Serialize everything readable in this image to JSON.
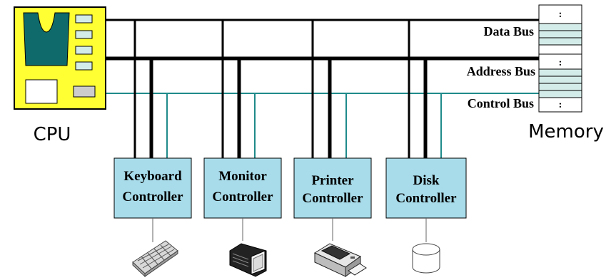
{
  "cpu": {
    "label": "CPU"
  },
  "memory": {
    "label": "Memory",
    "dots": [
      ":",
      ":",
      ":"
    ]
  },
  "buses": {
    "data": "Data Bus",
    "address": "Address Bus",
    "control": "Control Bus"
  },
  "controllers": [
    {
      "line1": "Keyboard",
      "line2": "Controller",
      "device": "keyboard-icon"
    },
    {
      "line1": "Monitor",
      "line2": "Controller",
      "device": "monitor-icon"
    },
    {
      "line1": "Printer",
      "line2": "Controller",
      "device": "printer-icon"
    },
    {
      "line1": "Disk",
      "line2": "Controller",
      "device": "disk-icon"
    }
  ],
  "colors": {
    "cpu_fill": "#ffff33",
    "cpu_chip": "#0f6b6b",
    "slot_fill": "#d4ece9",
    "controller_fill": "#a8dcea",
    "memory_cell": "#d4ece9",
    "control_bus": "#1f8a8a",
    "bus": "#000000"
  }
}
